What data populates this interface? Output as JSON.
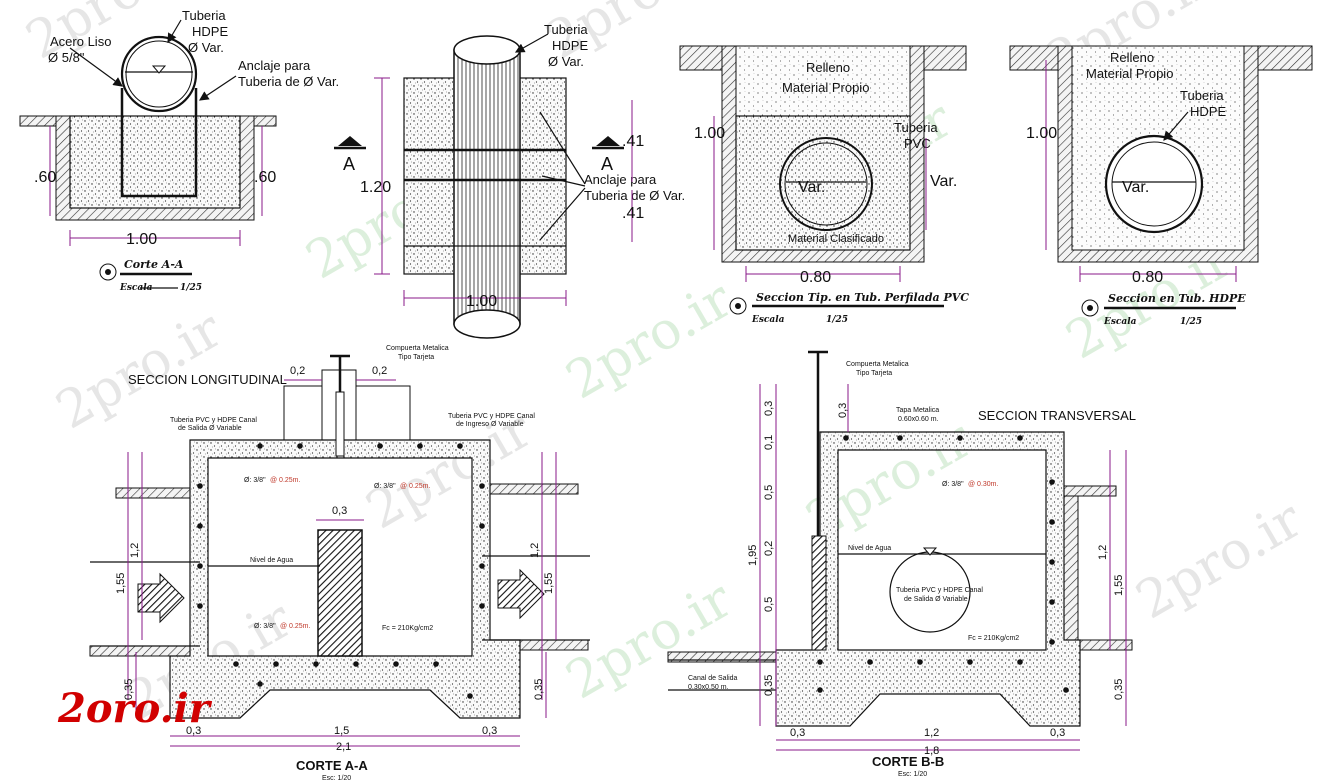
{
  "watermark": {
    "text": "2pro.ir",
    "logo": "2oro.ir"
  },
  "top_left": {
    "labels": {
      "acero": "Acero Liso",
      "acero_dia": "Ø 5/8\"",
      "tuberia": "Tuberia",
      "hdpe": "HDPE",
      "dia_var": "Ø Var.",
      "anclaje": "Anclaje para",
      "anclaje2": "Tuberia de Ø Var."
    },
    "dims": {
      "left": ".60",
      "right": ".60",
      "width": "1.00"
    },
    "caption": {
      "title": "Corte A-A",
      "scale_label": "Escala",
      "scale": "1/25"
    }
  },
  "top_mid": {
    "labels": {
      "tuberia": "Tuberia",
      "hdpe": "HDPE",
      "dia_var": "Ø Var.",
      "anclaje": "Anclaje para",
      "anclaje2": "Tuberia de Ø Var."
    },
    "section_marks": [
      "A",
      "A"
    ],
    "dims": {
      "height": "1.20",
      "top": ".41",
      "bottom": ".41",
      "width": "1.00"
    }
  },
  "top_right1": {
    "labels": {
      "relleno": "Relleno",
      "material": "Material Propio",
      "tuberia": "Tuberia",
      "pvc": "PVC",
      "var": "Var.",
      "var2": "Var.",
      "clasificado": "Material Clasificado"
    },
    "dims": {
      "height": "1.00",
      "width": "0.80"
    },
    "caption": {
      "title": "Seccion Tip. en Tub. Perfilada PVC",
      "scale_label": "Escala",
      "scale": "1/25"
    }
  },
  "top_right2": {
    "labels": {
      "relleno": "Relleno",
      "material": "Material Propio",
      "tuberia": "Tuberia",
      "hdpe": "HDPE",
      "var": "Var."
    },
    "dims": {
      "height": "1.00",
      "width": "0.80"
    },
    "caption": {
      "title": "Seccion en Tub. HDPE",
      "scale_label": "Escala",
      "scale": "1/25"
    }
  },
  "bottom_left": {
    "title": "SECCION LONGITUDINAL",
    "labels": {
      "compuerta": "Compuerta Metalica",
      "tipo": "Tipo Tarjeta",
      "tub_salida": "Tuberia PVC y HDPE Canal",
      "tub_salida2": "de Salida Ø Variable",
      "tub_ingreso": "Tuberia PVC y HDPE Canal",
      "tub_ingreso2": "de Ingreso Ø Variable",
      "nivel": "Nivel de Agua",
      "fc": "Fc = 210Kg/cm2"
    },
    "rebar": [
      "Ø: 3/8\"",
      "@ 0.25m.",
      "Ø: 3/8\"",
      "@ 0.25m.",
      "Ø: 3/8\"",
      "@ 0.25m."
    ],
    "dims": {
      "top_left": "0,2",
      "top_right": "0,2",
      "gate": "0,3",
      "left_h": "1,55",
      "left_h2": "1,2",
      "right_h": "1,55",
      "right_h2": "1,2",
      "bottom_left": "0,35",
      "bottom_right": "0,35",
      "b1": "0,3",
      "b2": "1,5",
      "b3": "0,3",
      "total": "2,1"
    },
    "caption": {
      "title": "CORTE A-A",
      "scale": "Esc: 1/20"
    }
  },
  "bottom_right": {
    "title": "SECCION TRANSVERSAL",
    "labels": {
      "compuerta": "Compuerta Metalica",
      "tipo": "Tipo Tarjeta",
      "tapa": "Tapa Metalica",
      "tapa2": "0.60x0.60 m.",
      "nivel": "Nivel de Agua",
      "tuberia": "Tuberia PVC y HDPE Canal",
      "tuberia2": "de Salida Ø Variable",
      "fc": "Fc = 210Kg/cm2",
      "canal": "Canal de Salida",
      "canal2": "0.30x0.50 m."
    },
    "rebar": [
      "Ø: 3/8\"",
      "@ 0.30m."
    ],
    "dims": {
      "v1": "0,3",
      "v2": "0,1",
      "v3": "0,5",
      "v4": "0,2",
      "v5": "0,5",
      "v6": "0,35",
      "total_v": "1,95",
      "top": "0,3",
      "right_h": "1,55",
      "right_h2": "1,2",
      "right_b": "0,35",
      "b1": "0,3",
      "b2": "1,2",
      "b3": "0,3",
      "total": "1,8"
    },
    "caption": {
      "title": "CORTE B-B",
      "scale": "Esc: 1/20"
    }
  }
}
